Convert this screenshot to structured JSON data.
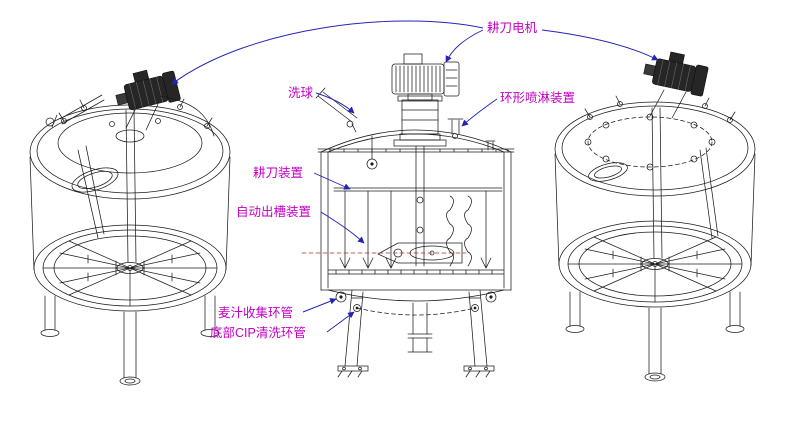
{
  "labels": {
    "rake_motor": "耕刀电机",
    "wash_ball": "洗球",
    "ring_spray": "环形喷淋装置",
    "rake_device": "耕刀装置",
    "auto_discharge": "自动出槽装置",
    "wort_collection_ring": "麦汁收集环管",
    "bottom_cip_ring": "底部CIP清洗环管"
  },
  "colors": {
    "background": "#ffffff",
    "drawing_line": "#1c1c1c",
    "label_text": "#c400c4",
    "leader_line": "#2525b5",
    "centerline_red": "#a03030"
  }
}
